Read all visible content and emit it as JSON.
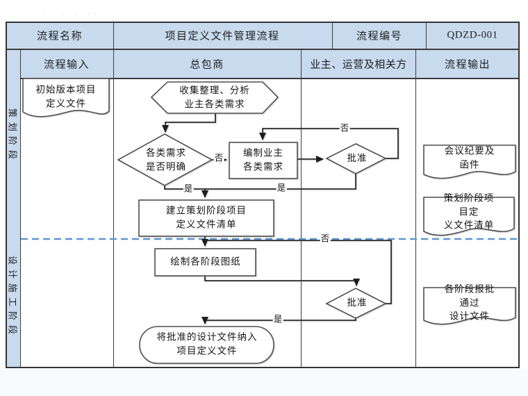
{
  "header": {
    "process_name_label": "流程名称",
    "process_name_value": "项目定义文件管理流程",
    "process_no_label": "流程编号",
    "process_no_value": "QDZD-001",
    "col_input": "流程输入",
    "col_contractor": "总包商",
    "col_owner": "业主、运营及相关方",
    "col_output": "流程输出"
  },
  "phases": {
    "phase1": "策划阶段",
    "phase2": "设计施工阶段"
  },
  "flow": {
    "input_doc": "初始版本项目\n定义文件",
    "collect": "收集整理、分析\n业主各类需求",
    "clear_decision": "各类需求\n是否明确",
    "compile": "编制业主\n各类需求",
    "approve": "批准",
    "establish_list": "建立策划阶段项目\n定义文件清单",
    "draw": "绘制各阶段图纸",
    "incorporate": "将批准的设计文件纳入\n项目定义文件",
    "out_minutes": "会议纪要及函件",
    "out_list": "策划阶段项目定\n义文件清单",
    "out_design": "各阶段报批通过\n设计文件",
    "yes": "是",
    "no": "否"
  },
  "decor": {
    "watermark_dots": "· ·· ·  · ··"
  },
  "colors": {
    "header_fill": "#c8daee",
    "table_border": "#3c3c3c",
    "phase_divider_blue": "#5e96d3",
    "connector": "#2a2a2a",
    "shape_stroke": "#4f4f4f"
  }
}
